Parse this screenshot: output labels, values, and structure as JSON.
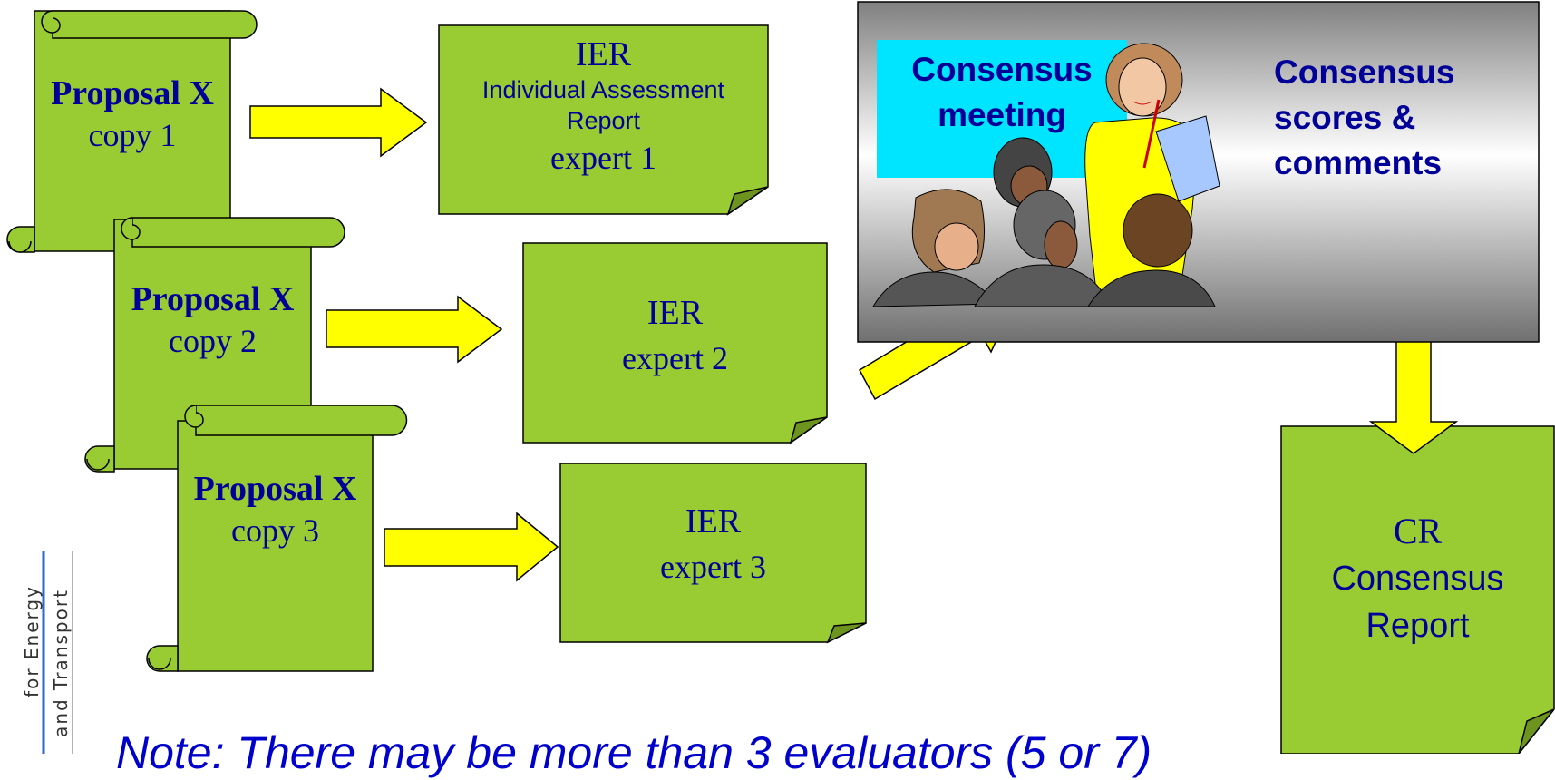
{
  "proposals": [
    {
      "title": "Proposal X",
      "copy": "copy 1"
    },
    {
      "title": "Proposal X",
      "copy": "copy 2"
    },
    {
      "title": "Proposal X",
      "copy": "copy 3"
    }
  ],
  "reports": [
    {
      "title": "IER",
      "subtitle": "Individual Assessment",
      "subtitle2": "Report",
      "expert": "expert 1"
    },
    {
      "title": "IER",
      "expert": "expert 2"
    },
    {
      "title": "IER",
      "expert": "expert 3"
    }
  ],
  "meeting": {
    "label_line1": "Consensus",
    "label_line2": "meeting",
    "scores_line1": "Consensus",
    "scores_line2": "scores &",
    "scores_line3": "comments"
  },
  "consensus_report": {
    "line1": "CR",
    "line2": "Consensus",
    "line3": "Report"
  },
  "side_text": {
    "line1": "for Energy",
    "line2": "and Transport"
  },
  "note": "Note: There may be more than 3 evaluators (5 or 7)",
  "colors": {
    "green": "#99CC33",
    "yellow": "#FFFF00",
    "navy": "#000099",
    "cyan": "#00E5FF"
  }
}
